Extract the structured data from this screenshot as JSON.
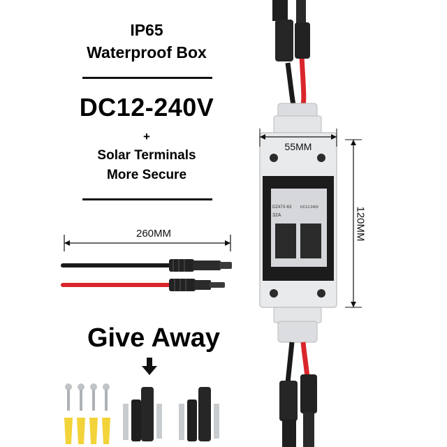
{
  "headline": {
    "rating": "IP65",
    "product": "Waterproof Box",
    "voltage": "DC12-240V",
    "plus": "+",
    "feature_line1": "Solar Terminals",
    "feature_line2": "More Secure"
  },
  "dimensions": {
    "cable_length": "260MM",
    "box_width": "55MM",
    "box_height": "120MM"
  },
  "breaker": {
    "model": "DZ47X-63",
    "rating": "32A",
    "voltage_label": "DC12-240V"
  },
  "giveaway": {
    "label": "Give Away",
    "arrow_icon": "down-arrow-icon"
  },
  "colors": {
    "cable_black": "#1a1a1a",
    "cable_red": "#d9262c",
    "box_gray": "#e9eaec",
    "anchor_yellow": "#f2d33a"
  }
}
